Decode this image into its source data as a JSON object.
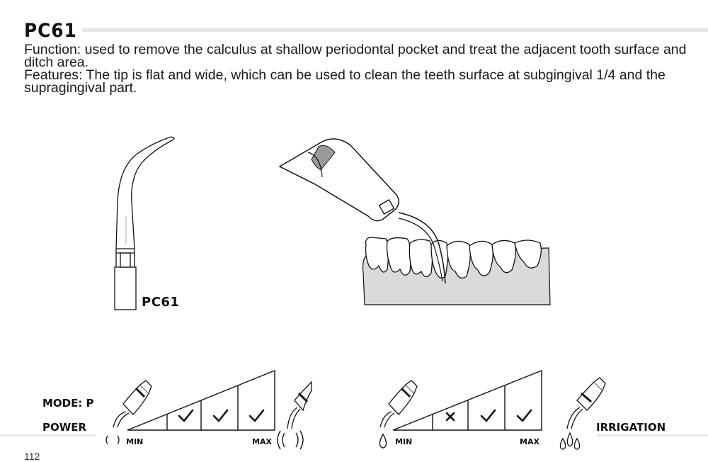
{
  "title": "PC61",
  "function_text": "Function: used to remove the calculus at shallow periodontal pocket and treat the adjacent tooth surface and ditch area.",
  "features_text": "Features: The tip is flat and wide, which can be used to clean the teeth surface at subgingival 1/4 and the supragingival part.",
  "tip_label": "PC61",
  "mode_label": "MODE: P",
  "power": {
    "label": "POWER",
    "min_label": "MIN",
    "max_label": "MAX",
    "levels": [
      "empty",
      "check",
      "check",
      "check"
    ]
  },
  "irrigation": {
    "label": "IRRIGATION",
    "min_label": "MIN",
    "max_label": "MAX",
    "levels": [
      "empty",
      "cross",
      "check",
      "check"
    ]
  },
  "page_number": "112",
  "colors": {
    "text": "#111111",
    "rule": "#e6e6e6",
    "gum": "#dadada",
    "handpiece_band": "#9a9a9a"
  },
  "icons": [
    "vibration-icon",
    "water-drop-icon",
    "check-mark-icon",
    "cross-mark-icon",
    "handpiece-icon",
    "scaler-tip-icon",
    "teeth-illustration"
  ]
}
